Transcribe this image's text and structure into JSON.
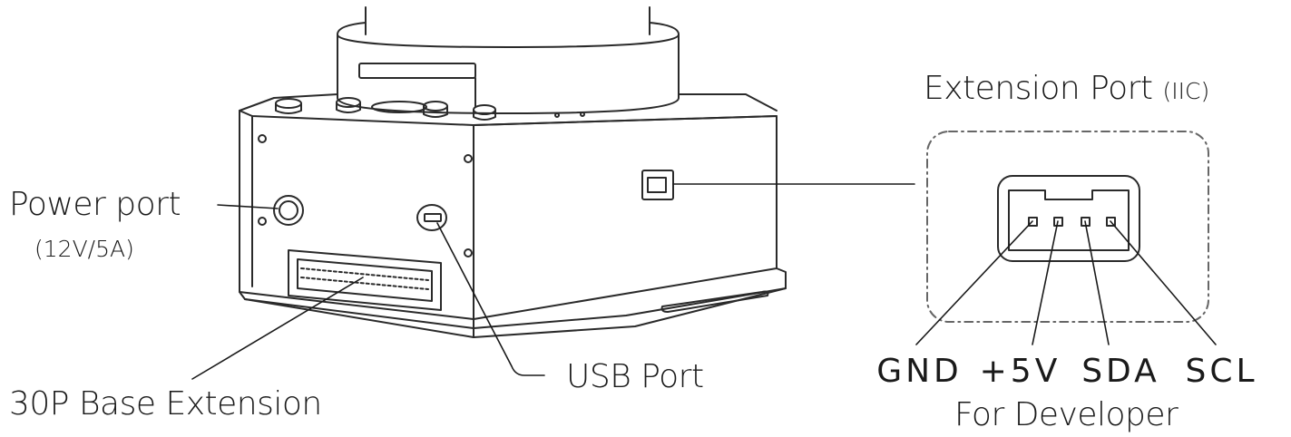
{
  "labels": {
    "power_port": "Power port",
    "power_spec": "(12V/5A)",
    "base_extension": "30P Base Extension",
    "usb_port": "USB Port",
    "extension_port": "Extension Port",
    "extension_port_bus": "(IIC)",
    "for_developer": "For Developer"
  },
  "pins": [
    "GND",
    "+5V",
    "SDA",
    "SCL"
  ],
  "colors": {
    "line": "#1a1a1a",
    "outline": "#2a2a2a",
    "background": "#ffffff",
    "dashed_box": "#666666"
  }
}
